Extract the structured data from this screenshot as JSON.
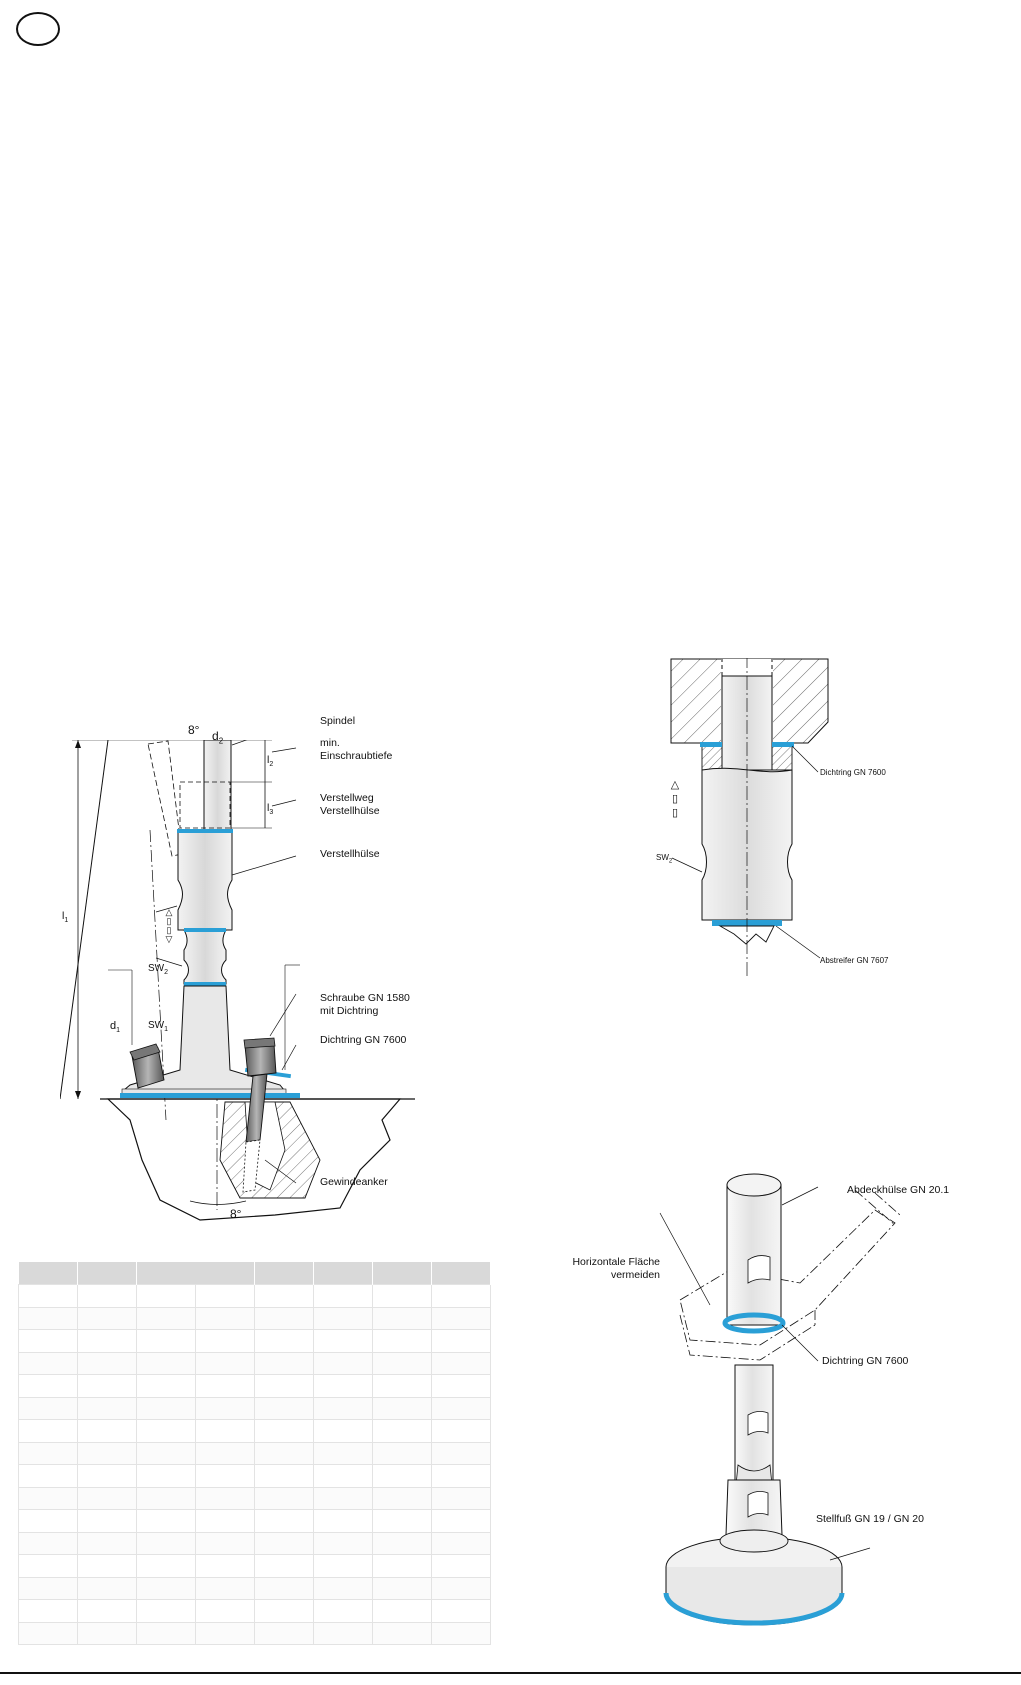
{
  "drawing1": {
    "angle_top": "8°",
    "angle_bottom": "8°",
    "dim_d2": "d",
    "dim_d2_sub": "2",
    "dim_d1": "d",
    "dim_d1_sub": "1",
    "dim_l1": "l",
    "dim_l1_sub": "1",
    "dim_l2": "l",
    "dim_l2_sub": "2",
    "dim_l3": "l",
    "dim_l3_sub": "3",
    "sw2": "SW",
    "sw2_sub": "2",
    "sw1": "SW",
    "sw1_sub": "1",
    "label_spindel": "Spindel",
    "label_min_line1": "min.",
    "label_min_line2": "Einschraubtiefe",
    "label_verstellweg_line1": "Verstellweg",
    "label_verstellweg_line2": "Verstellhülse",
    "label_verstellhuelse": "Verstellhülse",
    "label_schraube_line1": "Schraube GN 1580",
    "label_schraube_line2": "mit Dichtring",
    "label_dichtring": "Dichtring GN 7600",
    "label_gewindeanker": "Gewindeanker",
    "arrow_glyphs": [
      "△",
      "▯",
      "▯",
      "▽"
    ]
  },
  "drawing2": {
    "label_dichtring": "Dichtring GN 7600",
    "label_abstreifer": "Abstreifer GN 7607",
    "sw2": "SW",
    "sw2_sub": "2",
    "arrow_glyphs": [
      "△",
      "▯",
      "▯"
    ]
  },
  "drawing3": {
    "label_abdeckhuelse": "Abdeckhülse GN 20.1",
    "label_horizontal_line1": "Horizontale Fläche",
    "label_horizontal_line2": "vermeiden",
    "label_dichtring": "Dichtring GN 7600",
    "label_stellfuss": "Stellfuß GN 19 / GN 20"
  },
  "table": {
    "header_cells": [
      "",
      "",
      "",
      "",
      "",
      "",
      ""
    ],
    "rows": [
      [
        "",
        "",
        "",
        "",
        "",
        "",
        "",
        ""
      ],
      [
        "",
        "",
        "",
        "",
        "",
        "",
        "",
        ""
      ],
      [
        "",
        "",
        "",
        "",
        "",
        "",
        "",
        ""
      ],
      [
        "",
        "",
        "",
        "",
        "",
        "",
        "",
        ""
      ],
      [
        "",
        "",
        "",
        "",
        "",
        "",
        "",
        ""
      ],
      [
        "",
        "",
        "",
        "",
        "",
        "",
        "",
        ""
      ],
      [
        "",
        "",
        "",
        "",
        "",
        "",
        "",
        ""
      ],
      [
        "",
        "",
        "",
        "",
        "",
        "",
        "",
        ""
      ],
      [
        "",
        "",
        "",
        "",
        "",
        "",
        "",
        ""
      ],
      [
        "",
        "",
        "",
        "",
        "",
        "",
        "",
        ""
      ],
      [
        "",
        "",
        "",
        "",
        "",
        "",
        "",
        ""
      ],
      [
        "",
        "",
        "",
        "",
        "",
        "",
        "",
        ""
      ],
      [
        "",
        "",
        "",
        "",
        "",
        "",
        "",
        ""
      ],
      [
        "",
        "",
        "",
        "",
        "",
        "",
        "",
        ""
      ],
      [
        "",
        "",
        "",
        "",
        "",
        "",
        "",
        ""
      ],
      [
        "",
        "",
        "",
        "",
        "",
        "",
        "",
        ""
      ]
    ]
  },
  "colors": {
    "seal_blue": "#2a9fd6",
    "line": "#111111",
    "part_gray": "#e6e6e6",
    "table_header": "#d9d9d9"
  }
}
